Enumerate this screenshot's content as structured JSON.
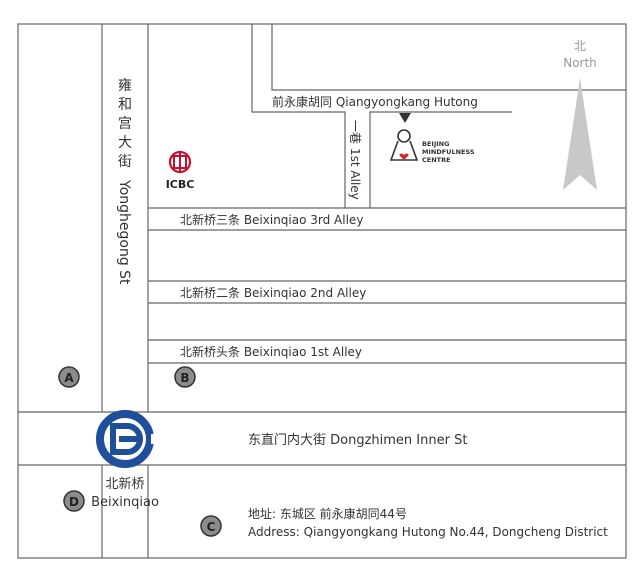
{
  "compass": {
    "label_zh": "北",
    "label_en": "North"
  },
  "streets": {
    "yonghegong_zh": [
      "雍",
      "和",
      "宫",
      "大",
      "街"
    ],
    "yonghegong_en": "Yonghegong St",
    "qiangyongkang": "前永康胡同 Qiangyongkang Hutong",
    "first_alley_zh": "一巷",
    "first_alley_en": "1st Alley",
    "beixinqiao_3rd": "北新桥三条 Beixinqiao 3rd Alley",
    "beixinqiao_2nd": "北新桥二条 Beixinqiao 2nd Alley",
    "beixinqiao_1st": "北新桥头条 Beixinqiao 1st Alley",
    "dongzhimen": "东直门内大街 Dongzhimen Inner St"
  },
  "landmarks": {
    "icbc": "ICBC",
    "centre_line1": "BEIJING",
    "centre_line2": "MINDFULNESS",
    "centre_line3": "CENTRE"
  },
  "station": {
    "name_zh": "北新桥",
    "name_en": "Beixinqiao"
  },
  "exits": [
    "A",
    "B",
    "C",
    "D"
  ],
  "address": {
    "zh": "地址:  东城区 前永康胡同44号",
    "en": "Address:  Qiangyongkang Hutong No.44, Dongcheng District"
  },
  "colors": {
    "line": "#666666",
    "text": "#333333",
    "subway": "#1f4f9a",
    "icbc": "#c8102e",
    "exit_fill": "#8c8c8c",
    "arrow": "#c8c8c8",
    "heart": "#d9262b"
  }
}
